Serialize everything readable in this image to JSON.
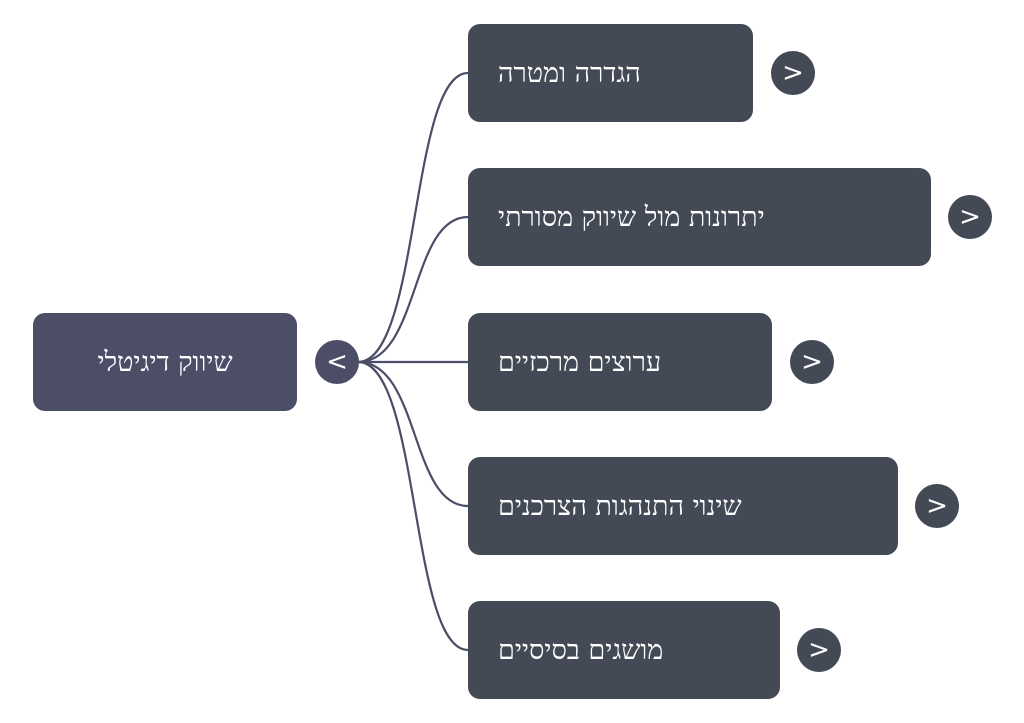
{
  "root": {
    "label": "שיווק דיגיטלי",
    "toggle": "<"
  },
  "children": [
    {
      "label": "הגדרה ומטרה",
      "toggle": ">"
    },
    {
      "label": "יתרונות מול שיווק מסורתי",
      "toggle": ">"
    },
    {
      "label": "ערוצים מרכזיים",
      "toggle": ">"
    },
    {
      "label": "שינוי התנהגות הצרכנים",
      "toggle": ">"
    },
    {
      "label": "מושגים בסיסיים",
      "toggle": ">"
    }
  ],
  "colors": {
    "root": "#4c4e68",
    "child": "#434a55",
    "connector": "#4c4e68"
  }
}
